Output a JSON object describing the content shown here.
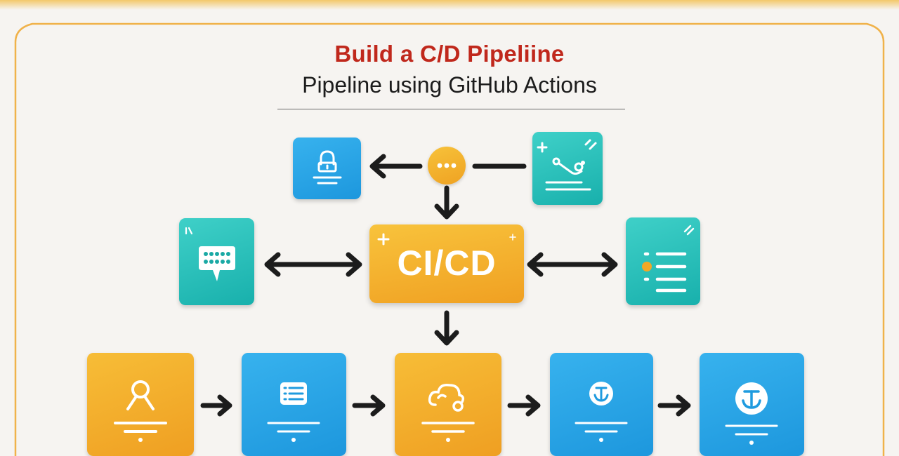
{
  "title": "Build a C/D Pipeliine",
  "subtitle": "Pipeline using GitHub Actions",
  "center_label": "CI/CD",
  "colors": {
    "title_red": "#c0281c",
    "orange": "#f2a826",
    "blue": "#2aa5e6",
    "teal": "#27c0bb",
    "frame": "#f0b24a",
    "arrow": "#1c1c1c"
  },
  "icons": {
    "top_left": "lock-icon",
    "top_center": "more-dots-icon",
    "top_right": "graph-icon",
    "mid_left": "chat-icon",
    "mid_right": "list-icon",
    "bottom_1": "ribbon-icon",
    "bottom_2": "list-icon",
    "bottom_3": "cloud-icon",
    "bottom_4": "anchor-icon",
    "bottom_5": "anchor-icon"
  }
}
